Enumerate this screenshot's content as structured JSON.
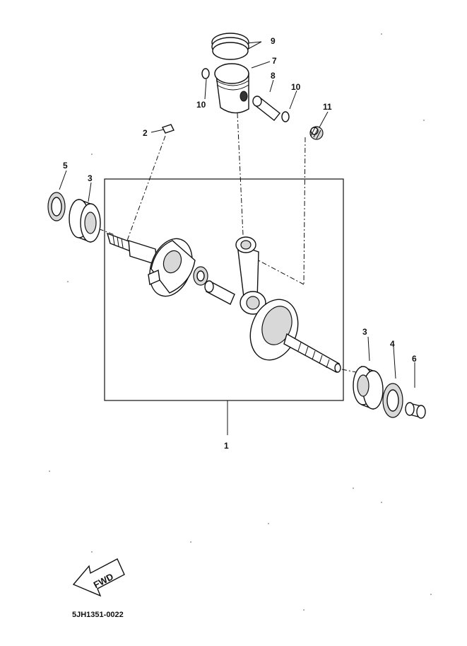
{
  "labels": {
    "crankshaft": "1",
    "key": "2",
    "bearing_left": "3",
    "bearing_right": "3",
    "oil_seal_right": "4",
    "oil_seal_left": "5",
    "collar": "6",
    "piston": "7",
    "piston_pin": "8",
    "piston_ring_set": "9",
    "clip_left": "10",
    "clip_right": "10",
    "small_end_bearing": "11"
  },
  "footer": {
    "diagram_code": "5JH1351-0022",
    "direction_text": "FWD"
  },
  "colors": {
    "ink": "#111111",
    "paper": "#ffffff"
  }
}
